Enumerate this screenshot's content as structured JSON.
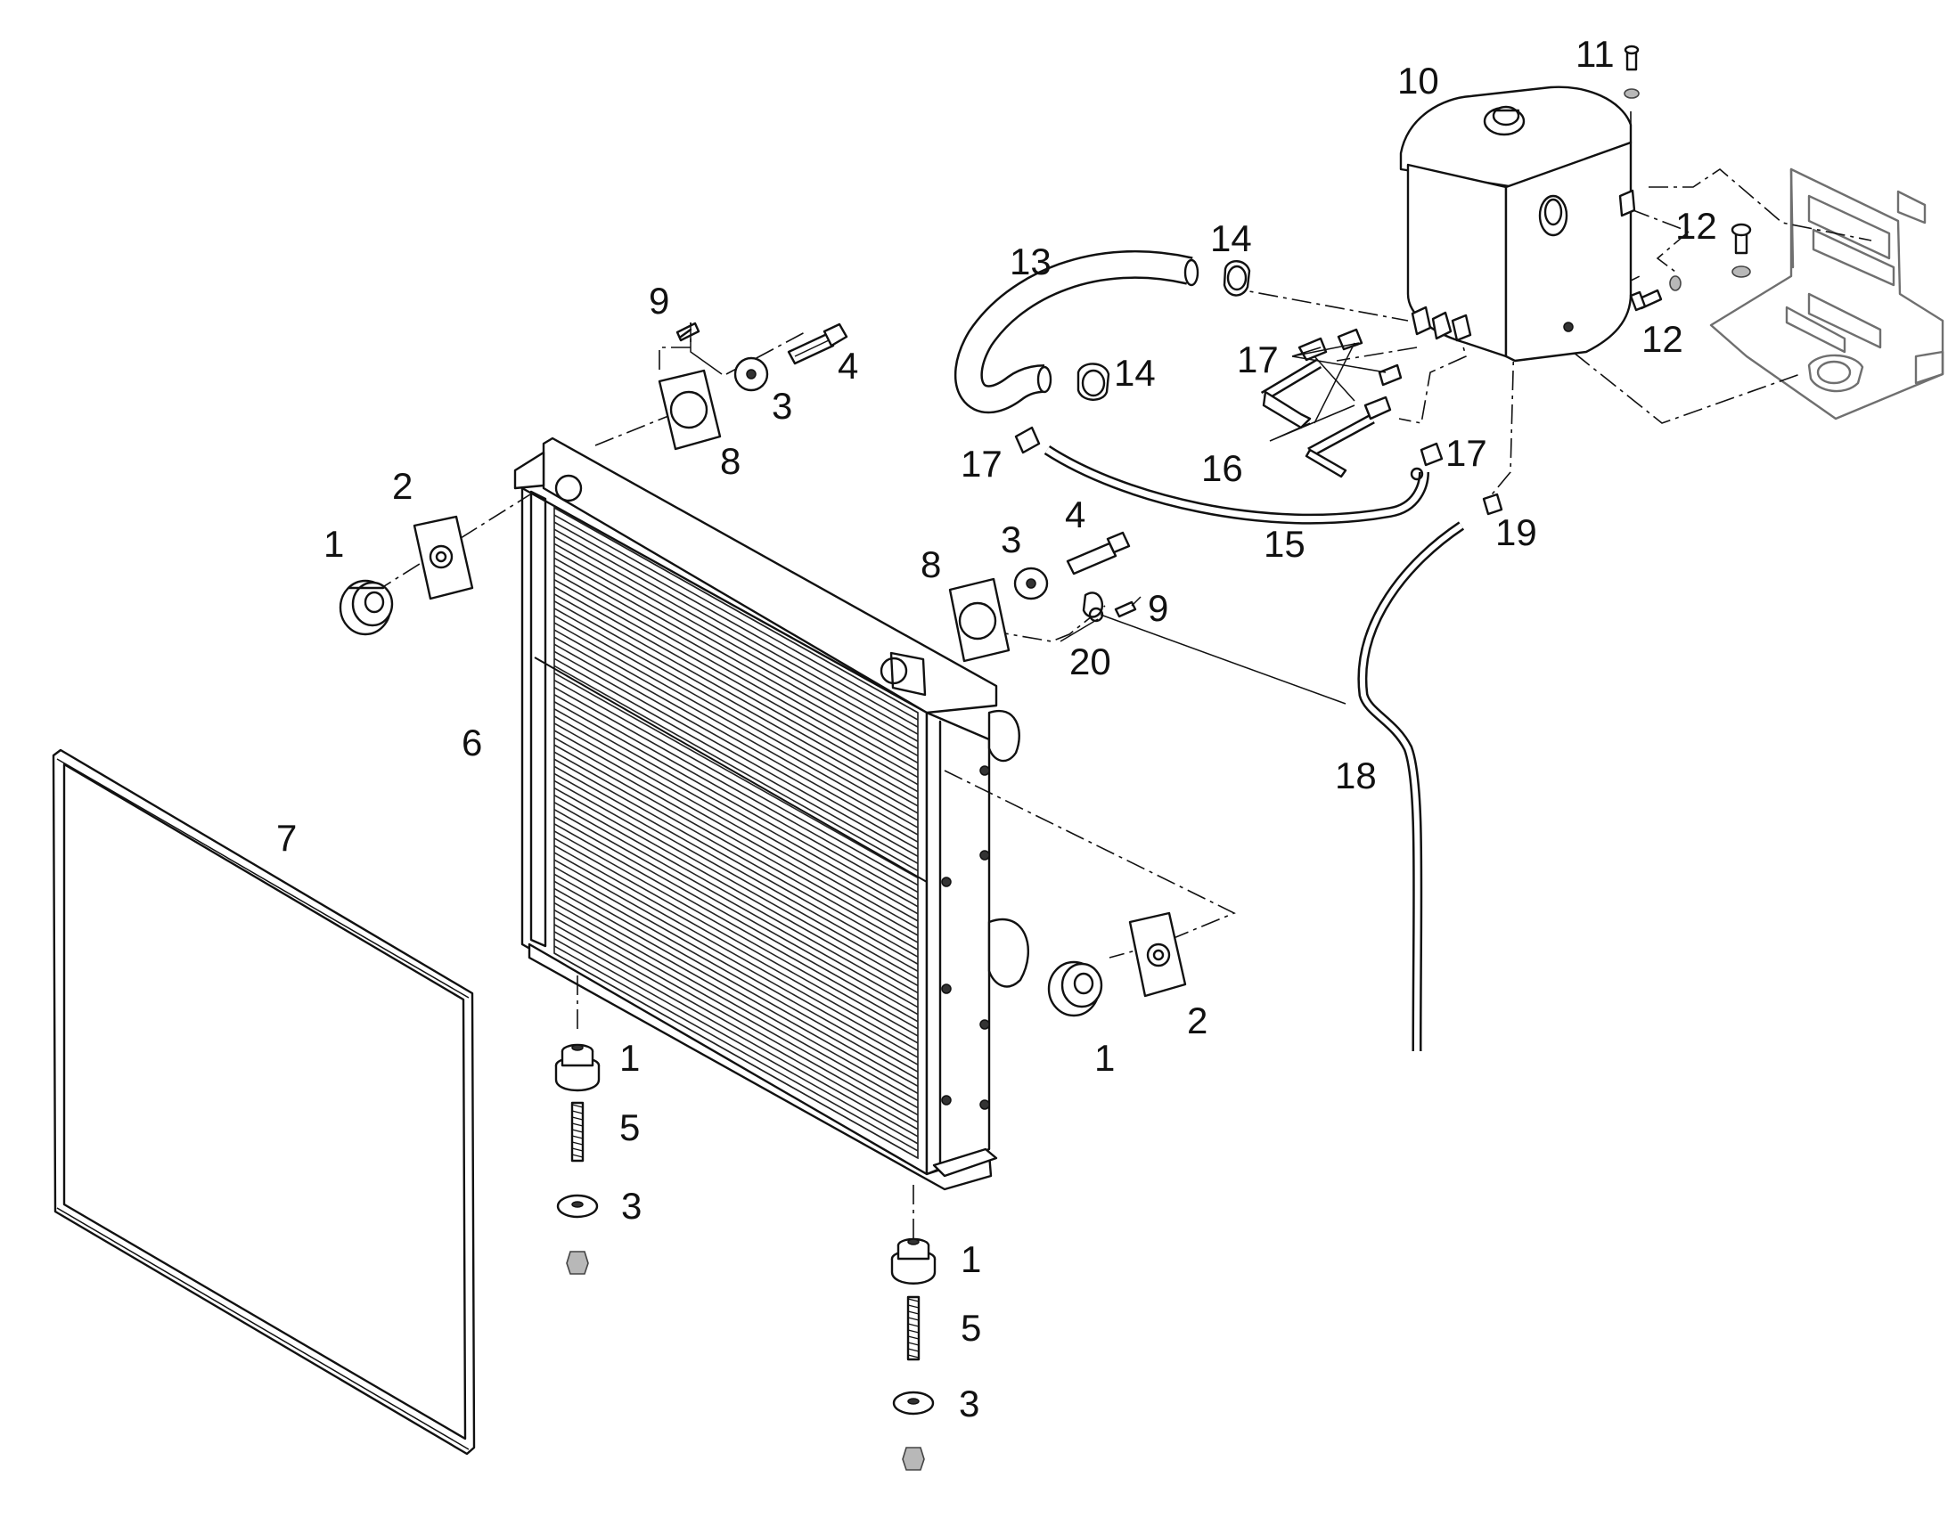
{
  "diagram": {
    "callouts": [
      {
        "id": "c1a",
        "text": "1"
      },
      {
        "id": "c1b",
        "text": "1"
      },
      {
        "id": "c1c",
        "text": "1"
      },
      {
        "id": "c1d",
        "text": "1"
      },
      {
        "id": "c2a",
        "text": "2"
      },
      {
        "id": "c2b",
        "text": "2"
      },
      {
        "id": "c3a",
        "text": "3"
      },
      {
        "id": "c3b",
        "text": "3"
      },
      {
        "id": "c3c",
        "text": "3"
      },
      {
        "id": "c3d",
        "text": "3"
      },
      {
        "id": "c4a",
        "text": "4"
      },
      {
        "id": "c4b",
        "text": "4"
      },
      {
        "id": "c5a",
        "text": "5"
      },
      {
        "id": "c5b",
        "text": "5"
      },
      {
        "id": "c6",
        "text": "6"
      },
      {
        "id": "c7",
        "text": "7"
      },
      {
        "id": "c8a",
        "text": "8"
      },
      {
        "id": "c8b",
        "text": "8"
      },
      {
        "id": "c9a",
        "text": "9"
      },
      {
        "id": "c9b",
        "text": "9"
      },
      {
        "id": "c10",
        "text": "10"
      },
      {
        "id": "c11",
        "text": "11"
      },
      {
        "id": "c12a",
        "text": "12"
      },
      {
        "id": "c12b",
        "text": "12"
      },
      {
        "id": "c13",
        "text": "13"
      },
      {
        "id": "c14a",
        "text": "14"
      },
      {
        "id": "c14b",
        "text": "14"
      },
      {
        "id": "c15",
        "text": "15"
      },
      {
        "id": "c16",
        "text": "16"
      },
      {
        "id": "c17a",
        "text": "17"
      },
      {
        "id": "c17b",
        "text": "17"
      },
      {
        "id": "c17c",
        "text": "17"
      },
      {
        "id": "c18",
        "text": "18"
      },
      {
        "id": "c19",
        "text": "19"
      },
      {
        "id": "c20",
        "text": "20"
      }
    ]
  }
}
